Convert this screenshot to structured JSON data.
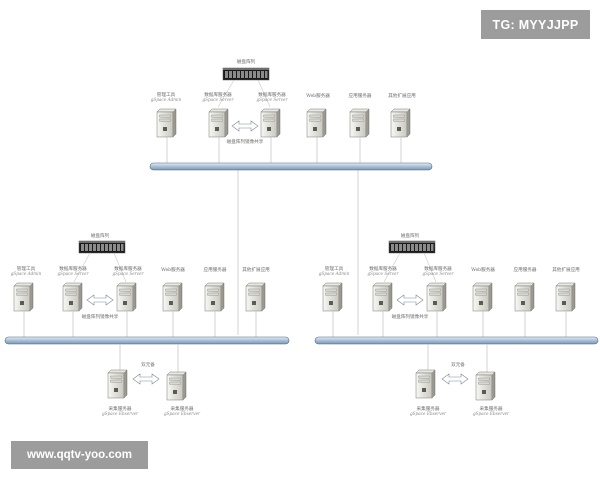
{
  "watermark_top": "TG: MYYJJPP",
  "watermark_bottom": "www.qqtv-yoo.com",
  "labels": {
    "storage": "磁盘阵列",
    "manage": "管理工具",
    "manage_sub": "gSpace Admin",
    "db": "数据库服务器",
    "db_sub": "gSpace Server",
    "web": "Web服务器",
    "app": "应用服务器",
    "ext": "其他扩展应用",
    "shared": "磁盘阵列镜像共享",
    "collect": "采集服务器",
    "collect_sub": "gSpace Ebserver",
    "backup": "双元备"
  },
  "colors": {
    "bus": "#a9bfd6",
    "bus_edge": "#4d6580",
    "line": "#c8c8c8",
    "server_light": "#f0f0ec",
    "server_dark": "#b9b8b0"
  }
}
